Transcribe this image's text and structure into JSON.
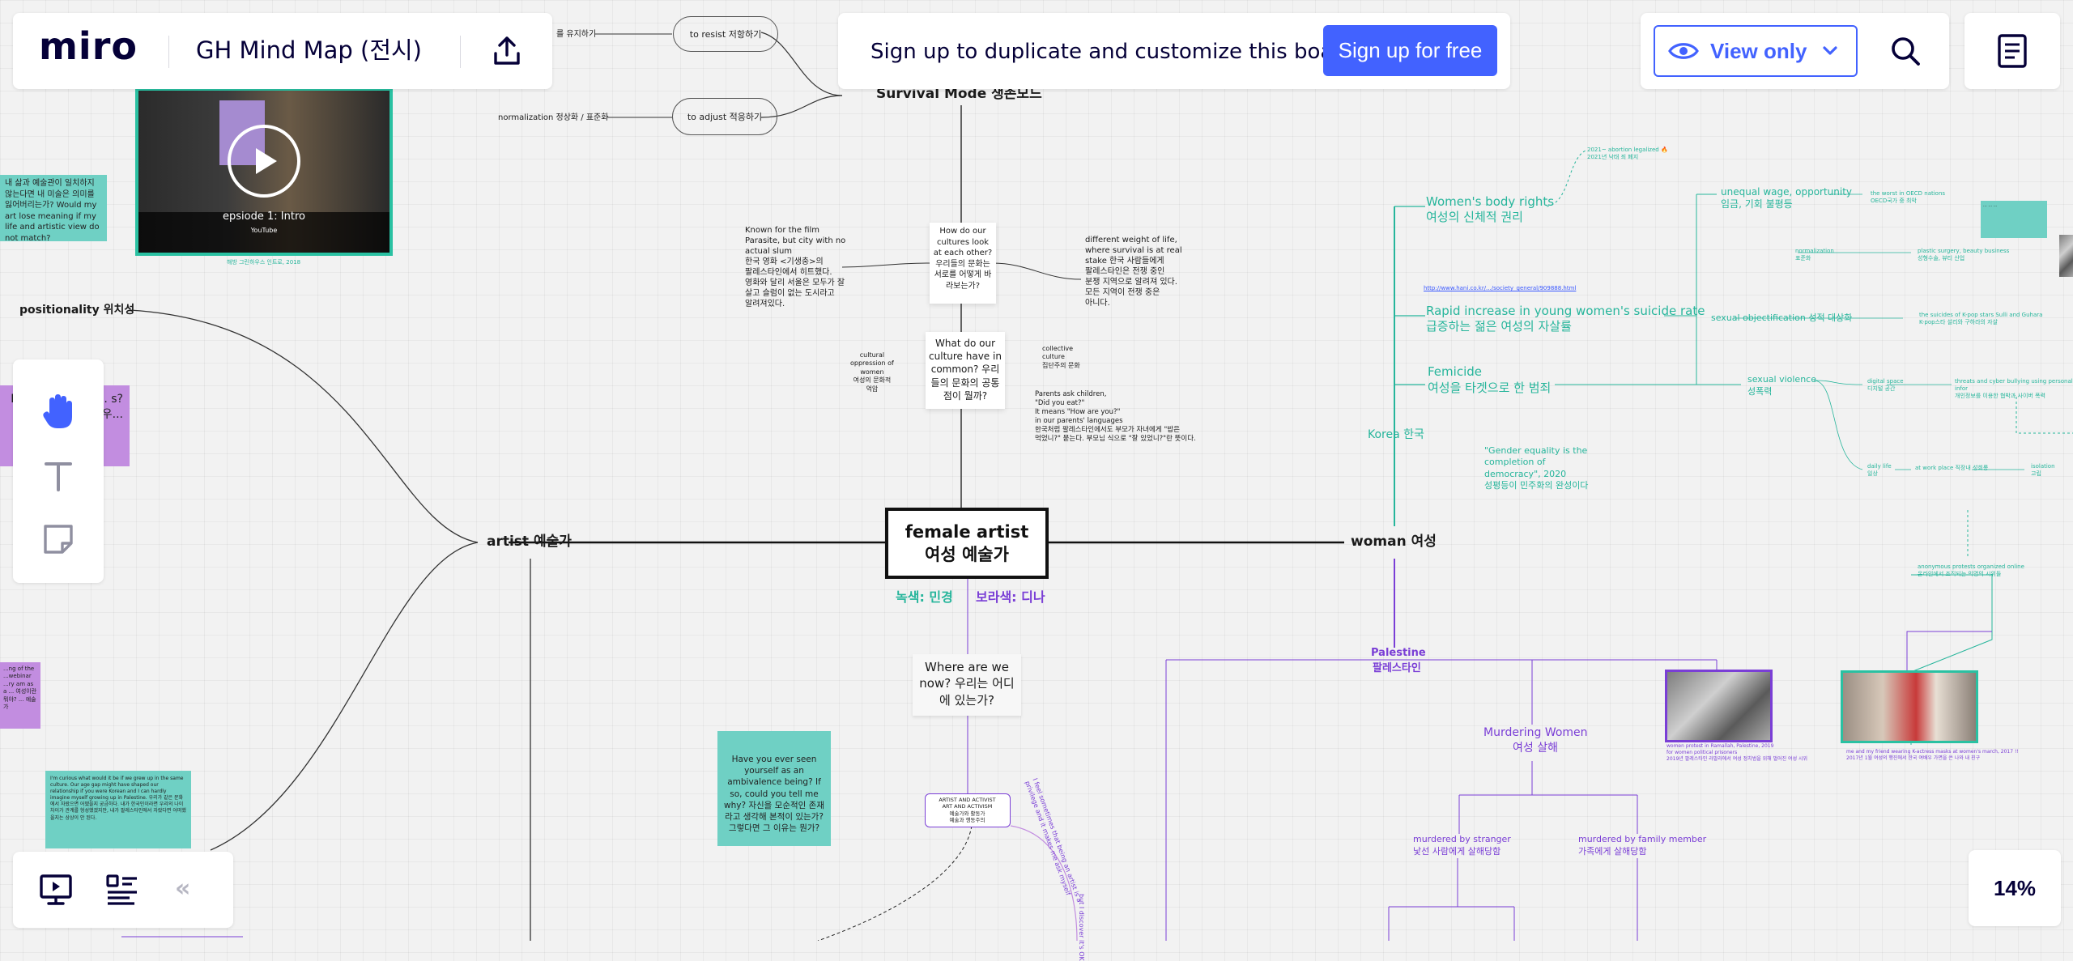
{
  "header": {
    "logo": "miro",
    "board_title": "GH Mind Map (전시)",
    "signup_message": "Sign up to duplicate and customize this board.",
    "signup_button": "Sign up for free",
    "view_mode": "View only"
  },
  "toolbar": {
    "items": [
      "hand-icon",
      "text-icon",
      "sticky-note-icon"
    ]
  },
  "bottom": {
    "zoom": "14%",
    "collapse": "«"
  },
  "video": {
    "title": "epsiode 1: Intro",
    "source": "YouTube",
    "caption": "해방 그린하우스 인트로, 2018"
  },
  "center": {
    "line1": "female artist",
    "line2": "여성 예술가"
  },
  "legend": {
    "green": "녹색: 민경",
    "purple": "보라색: 디나"
  },
  "branches": {
    "artist": "artist 예술가",
    "woman": "woman 여성",
    "positionality": "positionality 위치성",
    "survival": "Survival Mode 생존모드",
    "korea": "Korea 한국",
    "palestine_en": "Palestine",
    "palestine_ko": "팔레스타인"
  },
  "pills": {
    "resist": "to resist 저항하기",
    "adjust": "to adjust 적응하기"
  },
  "small_labels": {
    "keep": "를 유지하기",
    "normalization": "normalization 정상화 / 표준화"
  },
  "cards": {
    "cultures_look": "How do our\ncultures look at\neach other?\n우리들의 문화는\n서로를 어떻게\n바라보는가?",
    "culture_common": "What do our\nculture have in\ncommon?\n우리들의 문화의\n공통점이 뭘까?",
    "where_now": "Where are we\nnow? 우리는\n어디에 있는가?"
  },
  "texts": {
    "parasite": "Known for the film\nParasite, but city with no\nactual slum\n한국 영화 <기생충>의\n팔레스타인에서 히트했다.\n영화와 달리 서울은 모두가 잘\n살고 슬럼이 없는 도시라고\n알려져있다.",
    "weight_of_life": "different weight of life,\nwhere survival is at real\nstake 한국 사람들에게\n팔레스타인은 전쟁 중인\n분쟁 지역으로 알려져 있다.\n 모든 지역이 전쟁 중은\n아니다.",
    "collective": "collective\nculture\n집단주의 문화",
    "cultural_oppression": "cultural\noppression of\nwomen\n여성의 문화적\n억압",
    "parents": "Parents ask children,\n\"Did you eat?\"\nIt means \"How are you?\"\nin our parents' languages\n한국처럼 팔레스타인에서도 부모가 자녀에게 \"밥은\n먹었니?\" 묻는다. 부모님 식으로 \"잘 있었니?\"란 뜻이다.",
    "gender_equality": "\"Gender equality is the\ncompletion of\ndemocracy\", 2020\n성평등이 민주화의 완성이다",
    "artist_activist": "ARTIST AND ACTIVIST\nART AND ACTIVISM\n예술가와 활동가\n예술과 행동주의",
    "link_url": "http://www.hani.co.kr/.../society_general/909888.html",
    "abortion": "2021~ abortion legalized 🔥\n2021년 낙태 죄 폐지"
  },
  "korea_items": {
    "body_en": "Women's body rights",
    "body_ko": "여성의 신체적 권리",
    "suicide_en": "Rapid increase in young women's suicide rate",
    "suicide_ko": "급증하는 젊은 여성의 자살률",
    "femicide_en": "Femicide",
    "femicide_ko": "여성을 타겟으로 한 범죄",
    "unequal_en": "unequal wage, opportunity",
    "unequal_ko": "임금, 기회 불평등",
    "sexual_obj": "sexual objectification 성적 대상화",
    "sexual_violence_en": "sexual violence",
    "sexual_violence_ko": "성폭력",
    "oecd": "the worst in OECD nations\nOECD국가 중 최악",
    "normalization_small": "normalization\n표준화",
    "plastic": "plastic surgery, beauty business\n성형수술, 뷰티 산업",
    "kpop": "the suicides of K-pop stars Sulli and Guhara\nK-pop스타 설리와 구하라의 자살",
    "digital": "digital space\n디지털 공간",
    "threats": "threats and cyber bullying using personal infor\n개인정보를 이용한 협박과 사이버 폭력",
    "daily": "daily life\n일상",
    "workplace": "at work place 직장내 성희롱",
    "isolation": "isolation\n고립",
    "anonymous": "anonymous protests organized online\n온라인에서 조직되는 익명의 시위들"
  },
  "palestine_items": {
    "murdering_en": "Murdering Women",
    "murdering_ko": "여성 살해",
    "stranger_en": "murdered by stranger",
    "stranger_ko": "낯선 사람에게 살해당함",
    "family_en": "murdered by family member",
    "family_ko": "가족에게 살해당함",
    "ramallah": "women protest in Ramallah, Palestine, 2019\nfor women political prisoners\n2019년 팔레스타인 라말라에서 여성 정치범을 위해 벌어진 여성 시위",
    "womens_march": "me and my friend wearing K-actress masks at women's march, 2017 !!\n2017년 1월 여성의 행진에서 한국 여배우 가면을 쓴 나와 내 친구"
  },
  "stickies": {
    "top_left": "내 삶과 예술관이 일치하지\n않는다면 내 미술은 의미를\n잃어버리는가? Would my art\nlose meaning if my life and\nartistic view do not match?",
    "purple_mid": "How ... d as\nart... s?\n우...",
    "purple_low": "...ng of the\n...webinar\n...ry am as a\n...\n여성이란 뭐야?\n...\n예술가",
    "teal_bottom_left": "I'm curious what would it be if we grew up in the\nsame culture. Our age gap might have shaped our\nrelationship if you were Korean and I can hardly\nimagine myself growing up in Palestine.\n우리가 같은 문화에서 자랐으면 어땠을지 궁금하다. 내가\n한국인이라면 우리의 나이차이가 관계를 형성했겠지만, 내가\n팔레스타인에서 자랐다면 어떠했을지는 상상이 안 된다.",
    "teal_center": "Have you ever seen\nyourself as an ambivalence\nbeing? If so, could you tell\nme why? 자신을 모순적인\n존재라고 생각해 본적이 있는가?\n그렇다면 그 이유는 뭔가?",
    "teal_right": "... \n... \n..."
  },
  "rotated": {
    "a": "I feel sometimes that being an artist is a\nprivilege and it makes me ask myself",
    "b": "but I discover it's OK"
  },
  "colors": {
    "teal": "#26b59b",
    "purple": "#7a3ed6",
    "miro_blue": "#4262ff",
    "center_border": "#111111"
  }
}
